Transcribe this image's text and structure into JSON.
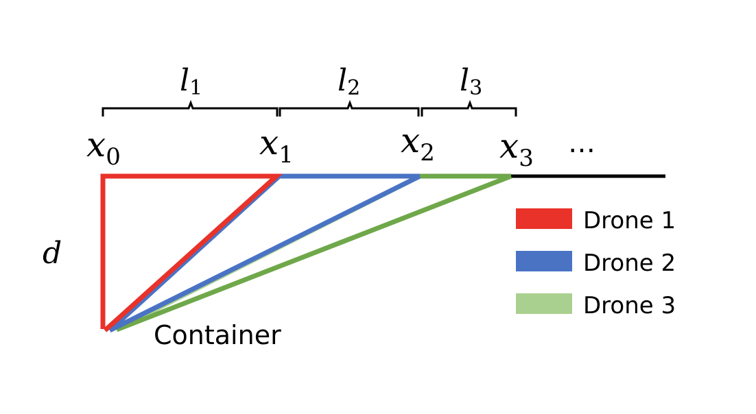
{
  "colors": {
    "drone1": "#e8322a",
    "drone2": "#4a73c4",
    "drone3": "#a9d08e",
    "drone3_dark": "#6fa84a",
    "baseline": "#000000"
  },
  "segment_labels": [
    {
      "base": "l",
      "sub": "1"
    },
    {
      "base": "l",
      "sub": "2"
    },
    {
      "base": "l",
      "sub": "3"
    }
  ],
  "point_labels": [
    {
      "base": "x",
      "sub": "0"
    },
    {
      "base": "x",
      "sub": "1"
    },
    {
      "base": "x",
      "sub": "2"
    },
    {
      "base": "x",
      "sub": "3"
    }
  ],
  "ellipsis": "…",
  "depth_label": "d",
  "container_label": "Container",
  "legend": [
    {
      "label": "Drone 1",
      "color": "#e8322a"
    },
    {
      "label": "Drone 2",
      "color": "#4a73c4"
    },
    {
      "label": "Drone 3",
      "color": "#a9d08e"
    }
  ]
}
